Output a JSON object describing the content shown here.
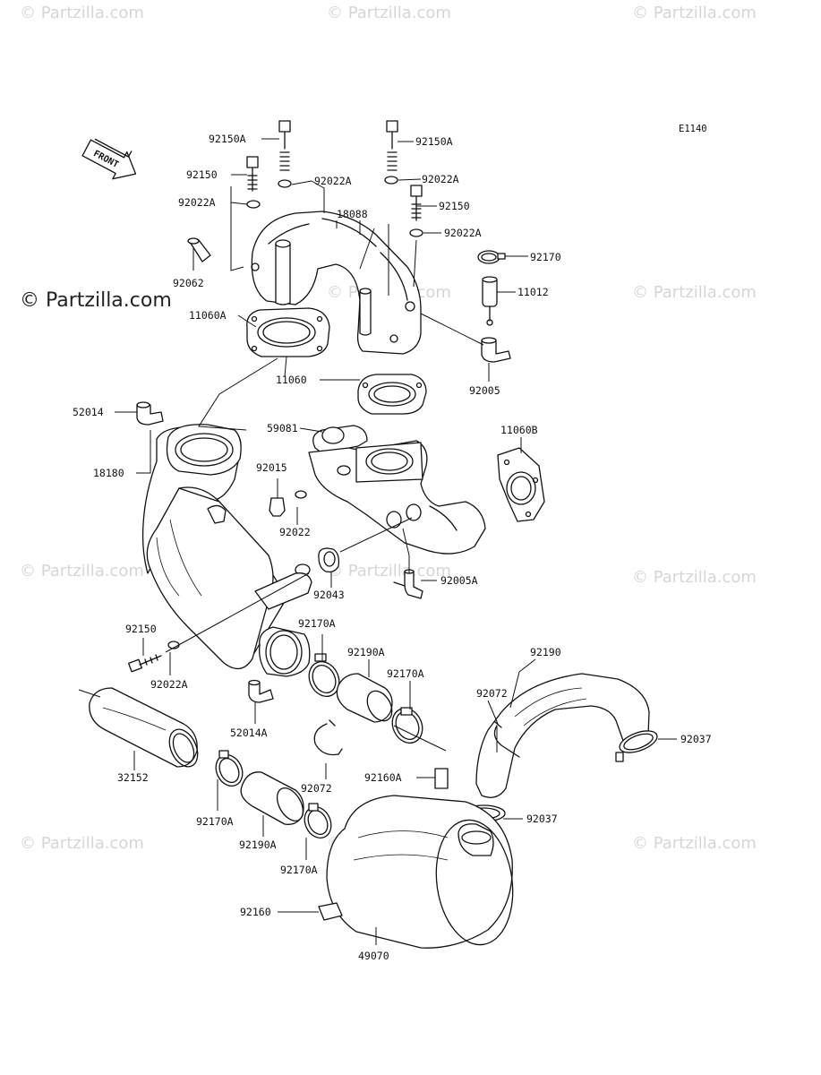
{
  "diagram_code": "E1140",
  "front_label": "FRONT",
  "watermarks": {
    "small": "© Partzilla.com",
    "large": "© Partzilla.com"
  },
  "parts": [
    {
      "key": "p92150A_a",
      "label": "92150A"
    },
    {
      "key": "p92150A_b",
      "label": "92150A"
    },
    {
      "key": "p92150_a",
      "label": "92150"
    },
    {
      "key": "p92022A_a",
      "label": "92022A"
    },
    {
      "key": "p92022A_b",
      "label": "92022A"
    },
    {
      "key": "p92022A_c",
      "label": "92022A"
    },
    {
      "key": "p92150_b",
      "label": "92150"
    },
    {
      "key": "p18088",
      "label": "18088"
    },
    {
      "key": "p92022A_d",
      "label": "92022A"
    },
    {
      "key": "p92170",
      "label": "92170"
    },
    {
      "key": "p92062",
      "label": "92062"
    },
    {
      "key": "p11012",
      "label": "11012"
    },
    {
      "key": "p11060A",
      "label": "11060A"
    },
    {
      "key": "p92005",
      "label": "92005"
    },
    {
      "key": "p11060",
      "label": "11060"
    },
    {
      "key": "p52014",
      "label": "52014"
    },
    {
      "key": "p59081",
      "label": "59081"
    },
    {
      "key": "p11060B",
      "label": "11060B"
    },
    {
      "key": "p18180",
      "label": "18180"
    },
    {
      "key": "p92015",
      "label": "92015"
    },
    {
      "key": "p92022",
      "label": "92022"
    },
    {
      "key": "p92043",
      "label": "92043"
    },
    {
      "key": "p92005A",
      "label": "92005A"
    },
    {
      "key": "p92150_c",
      "label": "92150"
    },
    {
      "key": "p92170A_a",
      "label": "92170A"
    },
    {
      "key": "p92190A_a",
      "label": "92190A"
    },
    {
      "key": "p92190",
      "label": "92190"
    },
    {
      "key": "p92170A_b",
      "label": "92170A"
    },
    {
      "key": "p92022A_e",
      "label": "92022A"
    },
    {
      "key": "p92072_a",
      "label": "92072"
    },
    {
      "key": "p52014A",
      "label": "52014A"
    },
    {
      "key": "p92037_a",
      "label": "92037"
    },
    {
      "key": "p32152",
      "label": "32152"
    },
    {
      "key": "p92160A",
      "label": "92160A"
    },
    {
      "key": "p92072_b",
      "label": "92072"
    },
    {
      "key": "p92037_b",
      "label": "92037"
    },
    {
      "key": "p92170A_c",
      "label": "92170A"
    },
    {
      "key": "p92190A_b",
      "label": "92190A"
    },
    {
      "key": "p92170A_d",
      "label": "92170A"
    },
    {
      "key": "p92160",
      "label": "92160"
    },
    {
      "key": "p49070",
      "label": "49070"
    }
  ]
}
